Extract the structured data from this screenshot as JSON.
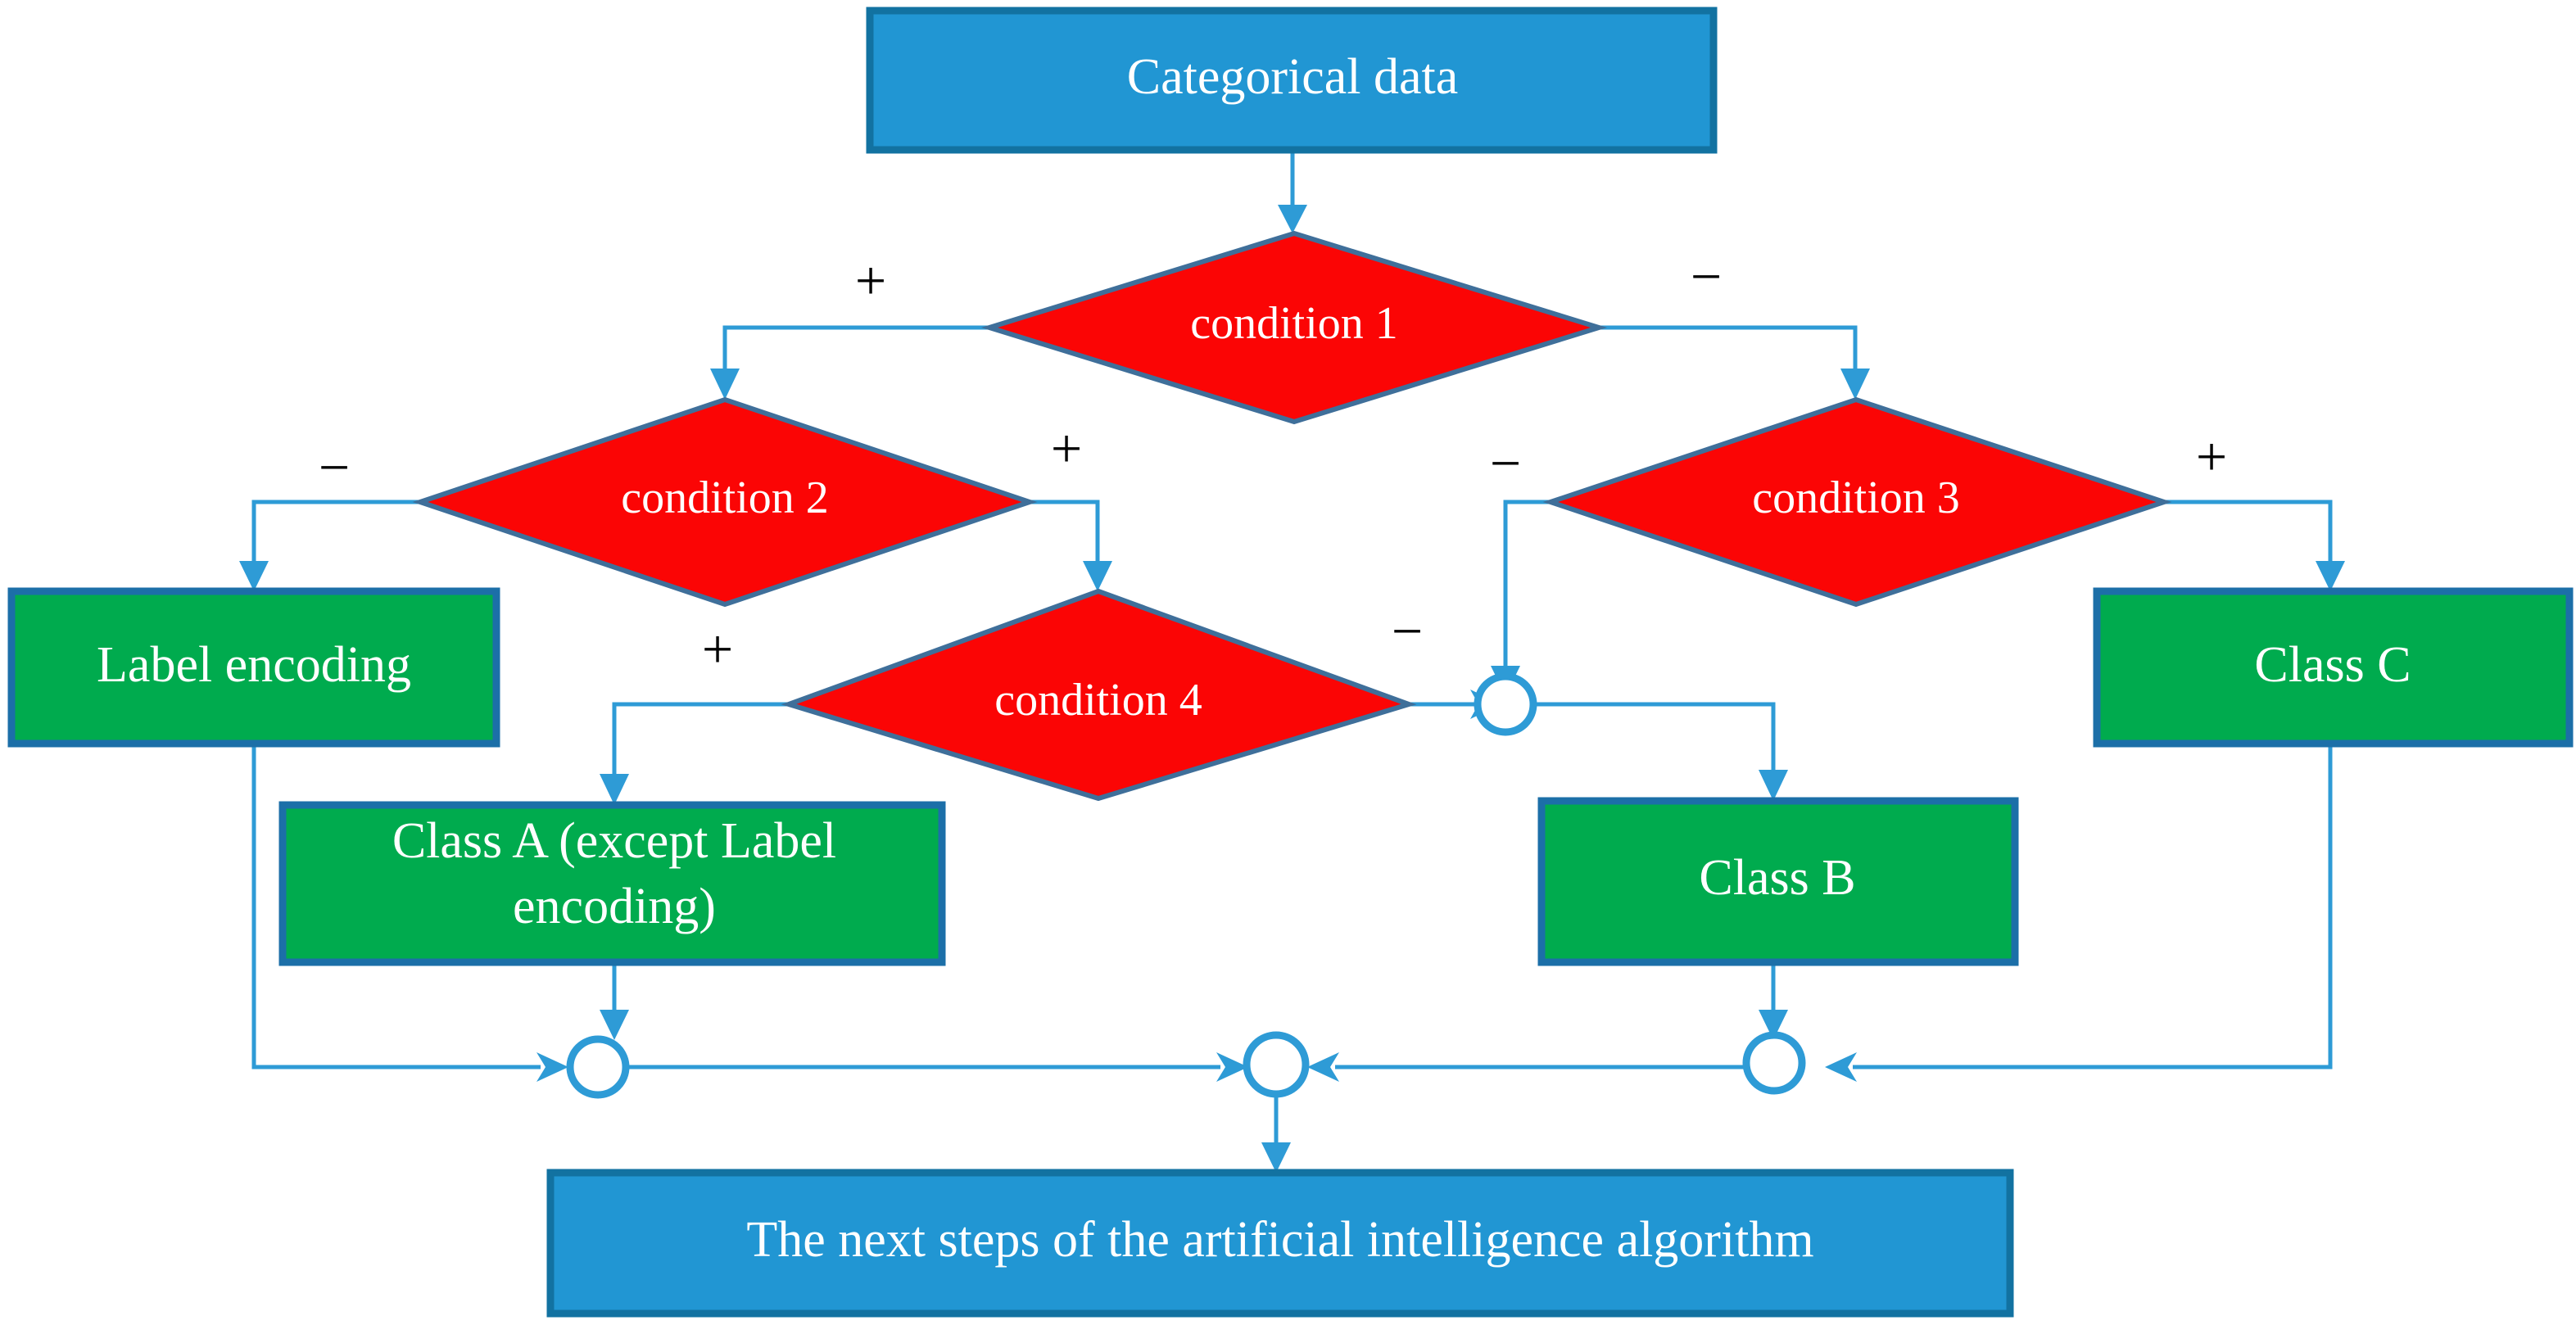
{
  "diagram": {
    "title_text": "Categorical data",
    "colors": {
      "process_blue": "#2196d3",
      "process_blue_border": "#1272a1",
      "class_green": "#00ab4e",
      "class_green_border": "#1c6fa8",
      "decision_red": "#fb0505",
      "decision_border": "#3f6f9a",
      "connector_blue": "#2e9bd6",
      "label_white": "#ffffff",
      "sign_black": "#000000",
      "background": "#ffffff"
    },
    "nodes": {
      "start": {
        "label": "Categorical data",
        "shape": "process",
        "color": "#2196d3"
      },
      "condition1": {
        "label": "condition 1",
        "shape": "decision",
        "color": "#fb0505"
      },
      "condition2": {
        "label": "condition 2",
        "shape": "decision",
        "color": "#fb0505"
      },
      "condition3": {
        "label": "condition 3",
        "shape": "decision",
        "color": "#fb0505"
      },
      "condition4": {
        "label": "condition 4",
        "shape": "decision",
        "color": "#fb0505"
      },
      "label_encoding": {
        "label": "Label encoding",
        "shape": "process",
        "color": "#00ab4e"
      },
      "class_a": {
        "label_line1": "Class A (except Label",
        "label_line2": "encoding)",
        "shape": "process",
        "color": "#00ab4e"
      },
      "class_b": {
        "label": "Class B",
        "shape": "process",
        "color": "#00ab4e"
      },
      "class_c": {
        "label": "Class C",
        "shape": "process",
        "color": "#00ab4e"
      },
      "end": {
        "label": "The next steps of the artificial intelligence algorithm",
        "shape": "process",
        "color": "#2196d3"
      },
      "junction_top": {
        "label": "",
        "shape": "connector"
      },
      "junction_left": {
        "label": "",
        "shape": "connector"
      },
      "junction_center": {
        "label": "",
        "shape": "connector"
      },
      "junction_right": {
        "label": "",
        "shape": "connector"
      }
    },
    "edge_signs": {
      "c1_plus": "+",
      "c1_minus": "−",
      "c2_minus": "−",
      "c2_plus": "+",
      "c3_minus": "−",
      "c3_plus": "+",
      "c4_plus": "+",
      "c4_minus": "−"
    },
    "edges": [
      {
        "from": "start",
        "to": "condition1",
        "sign": ""
      },
      {
        "from": "condition1",
        "to": "condition2",
        "sign": "+"
      },
      {
        "from": "condition1",
        "to": "condition3",
        "sign": "−"
      },
      {
        "from": "condition2",
        "to": "label_encoding",
        "sign": "−"
      },
      {
        "from": "condition2",
        "to": "condition4",
        "sign": "+"
      },
      {
        "from": "condition3",
        "to": "junction_top",
        "sign": "−"
      },
      {
        "from": "condition3",
        "to": "class_c",
        "sign": "+"
      },
      {
        "from": "condition4",
        "to": "class_a",
        "sign": "+"
      },
      {
        "from": "condition4",
        "to": "junction_top",
        "sign": "−"
      },
      {
        "from": "junction_top",
        "to": "class_b",
        "sign": ""
      },
      {
        "from": "label_encoding",
        "to": "junction_left",
        "sign": ""
      },
      {
        "from": "class_a",
        "to": "junction_left",
        "sign": ""
      },
      {
        "from": "junction_left",
        "to": "junction_center",
        "sign": ""
      },
      {
        "from": "class_b",
        "to": "junction_right",
        "sign": ""
      },
      {
        "from": "class_c",
        "to": "junction_right",
        "sign": ""
      },
      {
        "from": "junction_right",
        "to": "junction_center",
        "sign": ""
      },
      {
        "from": "junction_center",
        "to": "end",
        "sign": ""
      }
    ]
  }
}
